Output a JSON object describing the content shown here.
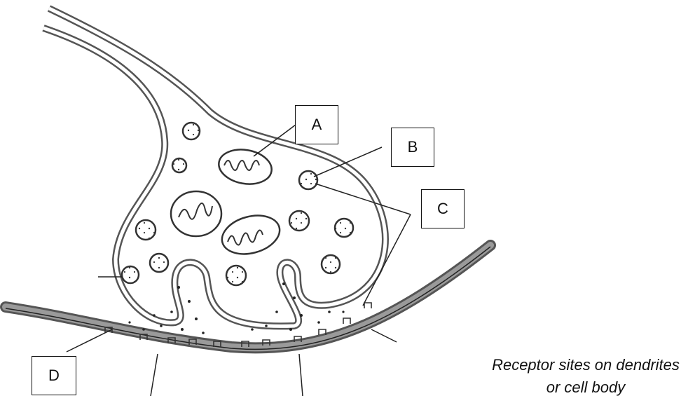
{
  "labels": {
    "a": "A",
    "b": "B",
    "c": "C",
    "d": "D"
  },
  "caption": "Receptor sites on dendrites or cell body"
}
